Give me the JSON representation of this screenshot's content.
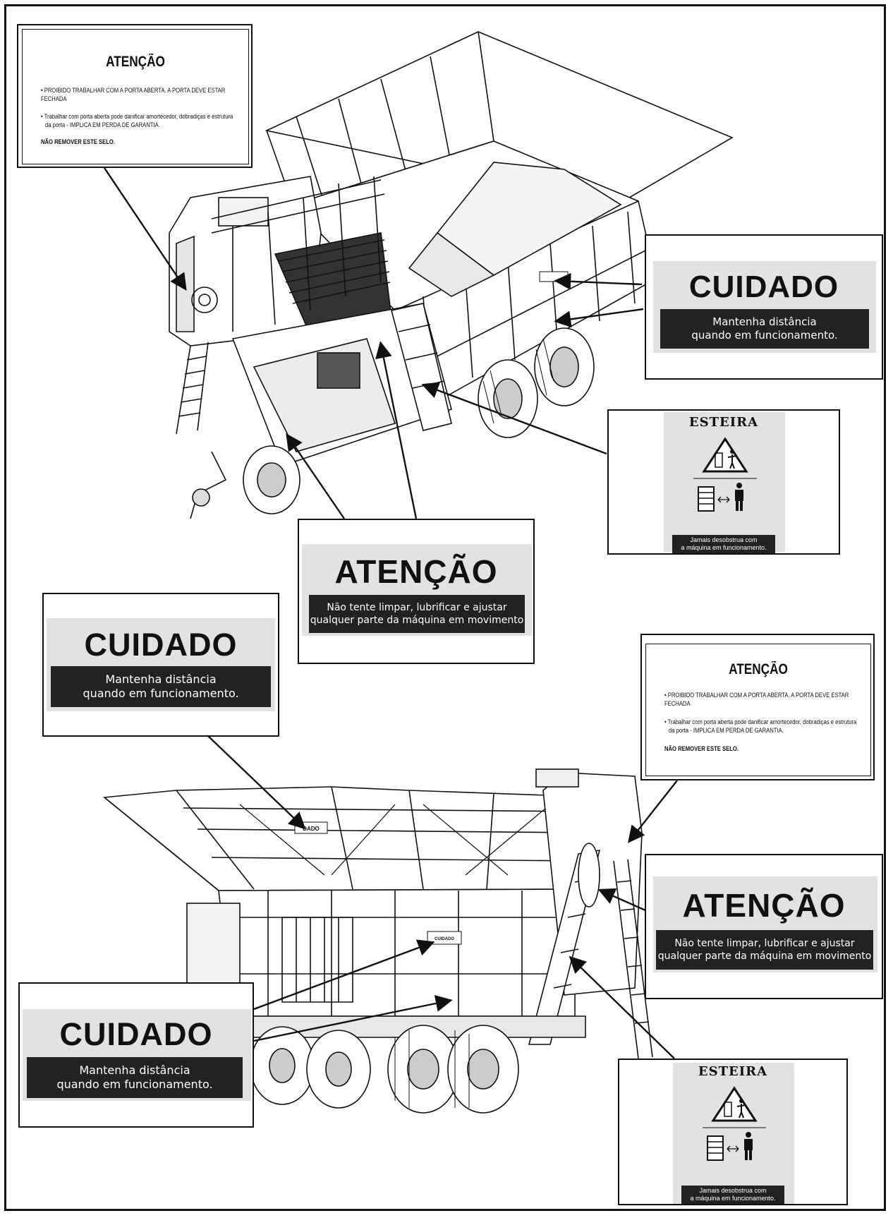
{
  "labels": {
    "atencao_notice": {
      "title": "ATENÇÃO",
      "line1": "• PROIBIDO TRABALHAR COM A PORTA ABERTA. A PORTA DEVE ESTAR FECHADA",
      "line2": "• Trabalhar com porta aberta pode danificar amortecedor, dobradiças e estrutura",
      "line3": "da porta - IMPLICA EM PERDA DE GARANTIA.",
      "line4": "NÃO REMOVER ESTE SELO."
    },
    "cuidado": {
      "title": "CUIDADO",
      "line1": "Mantenha distância",
      "line2": "quando em funcionamento."
    },
    "atencao_moving": {
      "title": "ATENÇÃO",
      "line1": "Não tente limpar, lubrificar e ajustar",
      "line2": "qualquer parte da máquina em movimento"
    },
    "esteira": {
      "title": "ESTEIRA",
      "line1": "Jamais desobstrua com",
      "line2": "a máquina em funcionamento."
    },
    "decal_small": "CUIDADO",
    "decal_dado": "DADO"
  }
}
